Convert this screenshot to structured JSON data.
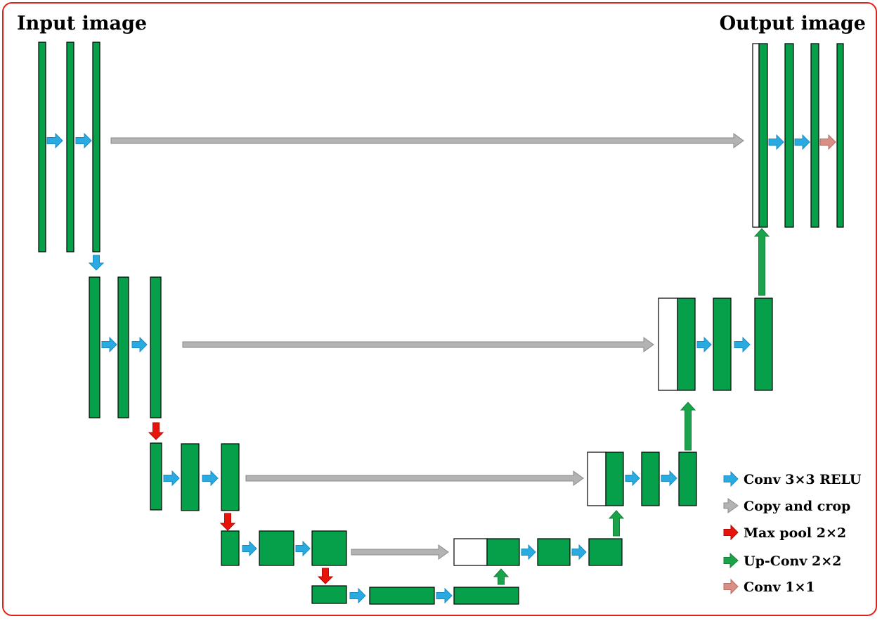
{
  "diagram": {
    "input_label": "Input image",
    "output_label": "Output image"
  },
  "legend": [
    {
      "label": "Conv 3×3 RELU",
      "color": "#29abe2"
    },
    {
      "label": "Copy and crop",
      "color": "#b3b3b3"
    },
    {
      "label": "Max pool 2×2",
      "color": "#e8140c"
    },
    {
      "label": "Up-Conv 2×2",
      "color": "#1aa34a"
    },
    {
      "label": "Conv 1×1",
      "color": "#d98f86"
    }
  ],
  "colors": {
    "feature_map": "#06a04a",
    "border": "#e0201a"
  }
}
